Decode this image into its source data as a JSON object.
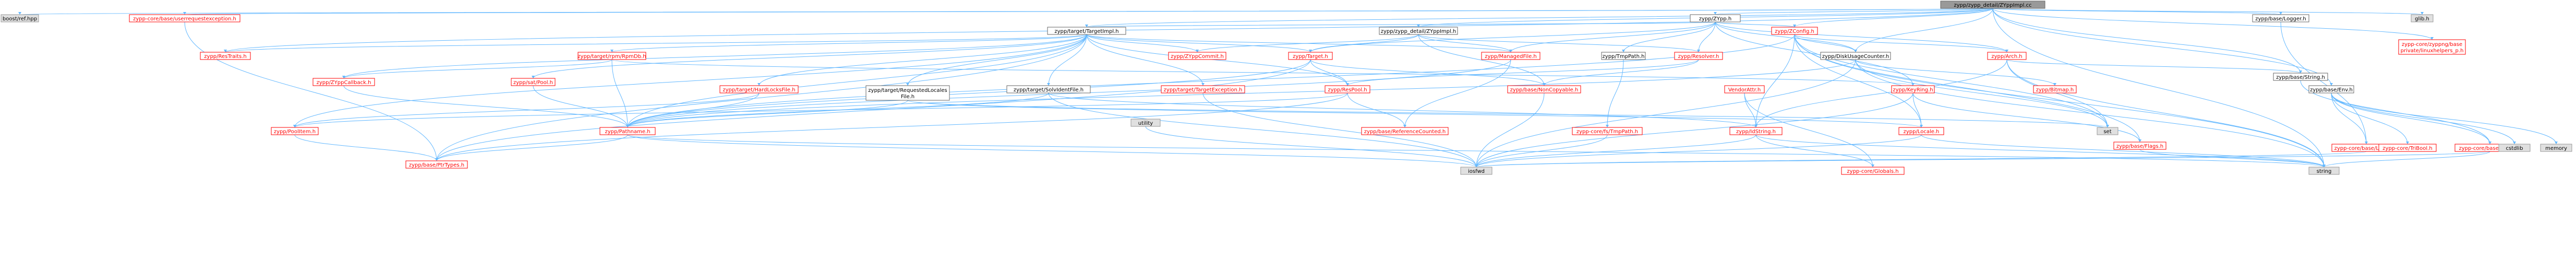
{
  "colors": {
    "background": "#ffffff",
    "root_fill": "#999999",
    "root_text": "#000000",
    "root_border": "#666666",
    "documented_fill": "#ffffff",
    "documented_border": "#ff0000",
    "documented_text": "#ff0000",
    "internal_text": "#000000",
    "internal_border": "#666666",
    "external_fill": "#e0e0e0",
    "external_border": "#999999",
    "external_text": "#000000",
    "edge": "#63b8ff"
  },
  "nodes": [
    {
      "id": "root",
      "label": "zypp/zypp_detail/ZYppImpl.cc",
      "kind": "root"
    },
    {
      "id": "bstream",
      "label": "boost/ref.hpp",
      "kind": "external"
    },
    {
      "id": "userreq",
      "label": "zypp-core/base/userrequestexception.h",
      "kind": "documented"
    },
    {
      "id": "zyppi",
      "label": "zypp/ZYpp.h",
      "kind": "internal"
    },
    {
      "id": "logger",
      "label": "zypp/base/Logger.h",
      "kind": "internal"
    },
    {
      "id": "glib",
      "label": "glib.h",
      "kind": "external"
    },
    {
      "id": "target",
      "label": "zypp/target/TargetImpl.h",
      "kind": "internal"
    },
    {
      "id": "zypipi",
      "label": "zypp/zypp_detail/ZYppImpl.h",
      "kind": "internal"
    },
    {
      "id": "zconfig",
      "label": "zypp/ZConfig.h",
      "kind": "documented"
    },
    {
      "id": "fileutils",
      "label": "zypp-core/zyppng/base\nprivate/linuxhelpers_p.h",
      "kind": "documented"
    },
    {
      "id": "restraits",
      "label": "zypp/ResTraits.h",
      "kind": "documented"
    },
    {
      "id": "rpmdb",
      "label": "zypp/target/rpm/RpmDb.h",
      "kind": "documented"
    },
    {
      "id": "zyppcommit",
      "label": "zypp/ZYppCommit.h",
      "kind": "documented"
    },
    {
      "id": "ztarget",
      "label": "zypp/Target.h",
      "kind": "documented"
    },
    {
      "id": "managedfile",
      "label": "zypp/ManagedFile.h",
      "kind": "documented"
    },
    {
      "id": "tmppath",
      "label": "zypp/TmpPath.h",
      "kind": "internal"
    },
    {
      "id": "resolver",
      "label": "zypp/Resolver.h",
      "kind": "documented"
    },
    {
      "id": "diskusage",
      "label": "zypp/DiskUsageCounter.h",
      "kind": "internal"
    },
    {
      "id": "arch",
      "label": "zypp/Arch.h",
      "kind": "documented"
    },
    {
      "id": "basestring",
      "label": "zypp/base/String.h",
      "kind": "internal"
    },
    {
      "id": "zyppcallback",
      "label": "zypp/ZYppCallback.h",
      "kind": "documented"
    },
    {
      "id": "satpool",
      "label": "zypp/sat/Pool.h",
      "kind": "documented"
    },
    {
      "id": "hardlocks",
      "label": "zypp/target/HardLocksFile.h",
      "kind": "documented"
    },
    {
      "id": "reqlocales",
      "label": "zypp/target/RequestedLocales\nFile.h",
      "kind": "internal"
    },
    {
      "id": "solvattr",
      "label": "zypp/target/SolvIdentFile.h",
      "kind": "internal"
    },
    {
      "id": "tgtexc",
      "label": "zypp/target/TargetException.h",
      "kind": "documented"
    },
    {
      "id": "respool",
      "label": "zypp/ResPool.h",
      "kind": "documented"
    },
    {
      "id": "noncopy",
      "label": "zypp/base/NonCopyable.h",
      "kind": "documented"
    },
    {
      "id": "vendor",
      "label": "VendorAttr.h",
      "kind": "documented"
    },
    {
      "id": "keyring",
      "label": "zypp/KeyRing.h",
      "kind": "documented"
    },
    {
      "id": "bitmap",
      "label": "zypp/Bitmap.h",
      "kind": "documented"
    },
    {
      "id": "baseenv",
      "label": "zypp/base/Env.h",
      "kind": "internal"
    },
    {
      "id": "poolitem",
      "label": "zypp/PoolItem.h",
      "kind": "documented"
    },
    {
      "id": "pathname",
      "label": "zypp/Pathname.h",
      "kind": "documented"
    },
    {
      "id": "utility",
      "label": "utility",
      "kind": "external"
    },
    {
      "id": "refcounted",
      "label": "zypp/base/ReferenceCounted.h",
      "kind": "documented"
    },
    {
      "id": "fstmppath",
      "label": "zypp-core/fs/TmpPath.h",
      "kind": "documented"
    },
    {
      "id": "idstring",
      "label": "zypp/IdString.h",
      "kind": "documented"
    },
    {
      "id": "locale",
      "label": "zypp/Locale.h",
      "kind": "documented"
    },
    {
      "id": "set",
      "label": "set",
      "kind": "external"
    },
    {
      "id": "flags",
      "label": "zypp/base/Flags.h",
      "kind": "documented"
    },
    {
      "id": "corelogger",
      "label": "zypp-core/base/Logger.h",
      "kind": "documented"
    },
    {
      "id": "corestring",
      "label": "zypp-core/base/String.h",
      "kind": "documented"
    },
    {
      "id": "tribool",
      "label": "zypp-core/TriBool.h",
      "kind": "documented"
    },
    {
      "id": "cstdlib",
      "label": "cstdlib",
      "kind": "external"
    },
    {
      "id": "memory",
      "label": "memory",
      "kind": "external"
    },
    {
      "id": "restypes",
      "label": "zypp/base/PtrTypes.h",
      "kind": "documented"
    },
    {
      "id": "iosfwd",
      "label": "iosfwd",
      "kind": "external"
    },
    {
      "id": "globals",
      "label": "zypp-core/Globals.h",
      "kind": "documented"
    },
    {
      "id": "string",
      "label": "string",
      "kind": "external"
    }
  ]
}
